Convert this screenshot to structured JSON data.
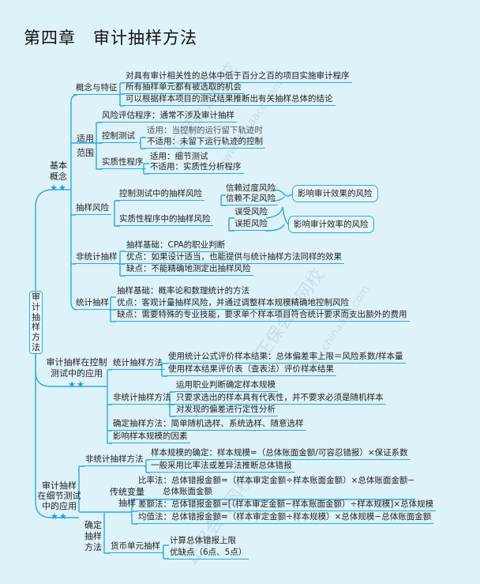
{
  "title": {
    "chapter": "第四章",
    "name": "审计抽样方法"
  },
  "root": "审计抽样方法",
  "watermark": {
    "brand": "正保会计网校",
    "url": "www.chinaacc.com"
  },
  "basic": {
    "label": "基本概念",
    "stars": "★★",
    "concept": {
      "label": "概念与特征",
      "items": [
        "对具有审计相关性的总体中低于百分之百的项目实施审计程序",
        "所有抽样单元都有被选取的机会",
        "可以根据样本项目的测试结果推断出有关抽样总体的结论"
      ]
    },
    "scope": {
      "label1": "适用",
      "label2": "范围",
      "risk_assessment": "风险评估程序：通常不涉及审计抽样",
      "control_test": {
        "label": "控制测试",
        "items": [
          "适用：当控制的运行留下轨迹时",
          "不适用：未留下运行轨迹的控制"
        ]
      },
      "substantive": {
        "label": "实质性程序",
        "items": [
          "适用：细节测试",
          "不适用：实质性分析程序"
        ]
      }
    },
    "sampling_risk": {
      "label": "抽样风险",
      "control": {
        "label": "控制测试中的抽样风险",
        "items": [
          "信赖过度风险",
          "信赖不足风险"
        ]
      },
      "substantive": {
        "label": "实质性程序中的抽样风险",
        "items": [
          "误受风险",
          "误拒风险"
        ]
      },
      "effect_box": "影响审计效果的风险",
      "efficiency_box": "影响审计效率的风险"
    },
    "non_statistical": {
      "label": "非统计抽样",
      "items": [
        "抽样基础：CPA的职业判断",
        "优点：如果设计适当，也能提供与统计抽样方法同样的效果",
        "缺点：不能精确地测定出抽样风险"
      ]
    },
    "statistical": {
      "label": "统计抽样",
      "items": [
        "抽样基础：概率论和数理统计的方法",
        "优点：客观计量抽样风险，并通过调整样本规模精确地控制风险",
        "缺点：需要特殊的专业技能，要求单个样本项目符合统计要求而支出额外的费用"
      ]
    }
  },
  "control_app": {
    "label1": "审计抽样在控制",
    "label2": "测试中的应用",
    "stars": "★★",
    "statistical": {
      "label": "统计抽样方法",
      "items": [
        "使用统计公式评价样本结果：总体偏差率上限＝风险系数/样本量",
        "使用样本结果评价表（查表法）评价样本结果"
      ]
    },
    "non_statistical": {
      "label": "非统计抽样方法",
      "items": [
        "运用职业判断确定样本规模",
        "只要求选出的样本具有代表性，并不要求必须是随机样本",
        "对发现的偏差进行定性分析"
      ]
    },
    "method": "确定抽样方法：简单随机选样、系统选样、随意选样",
    "factors": "影响样本规模的因素"
  },
  "detail_app": {
    "label1": "审计抽样",
    "label2": "在细节测试",
    "label3": "中的应用",
    "stars": "★★",
    "non_statistical": {
      "label": "非统计抽样方法",
      "items": [
        "样本规模的确定：样本规模=（总体账面金额/可容忍错报）×保证系数",
        "一般采用比率法或差异法推断总体错报"
      ]
    },
    "method": {
      "label1": "确定",
      "label2": "抽样",
      "label3": "方法",
      "traditional": {
        "label1": "传统变量",
        "label2": "抽样",
        "ratio1": "比率法：总体错报金额=（样本审定金额÷样本账面金额）×总体账面金额−",
        "ratio2": "总体账面金额",
        "difference": "差额法：总体错报金额=[（样本审定金额−样本账面金额）÷样本规模]×总体规模",
        "mean": "均值法：总体错报金额=（样本审定金额÷样本规模）×总体规模−总体账面金额"
      },
      "mus": {
        "label": "货币单元抽样",
        "items": [
          "计算总体错报上限",
          "优缺点（6点、5点）"
        ]
      }
    }
  }
}
